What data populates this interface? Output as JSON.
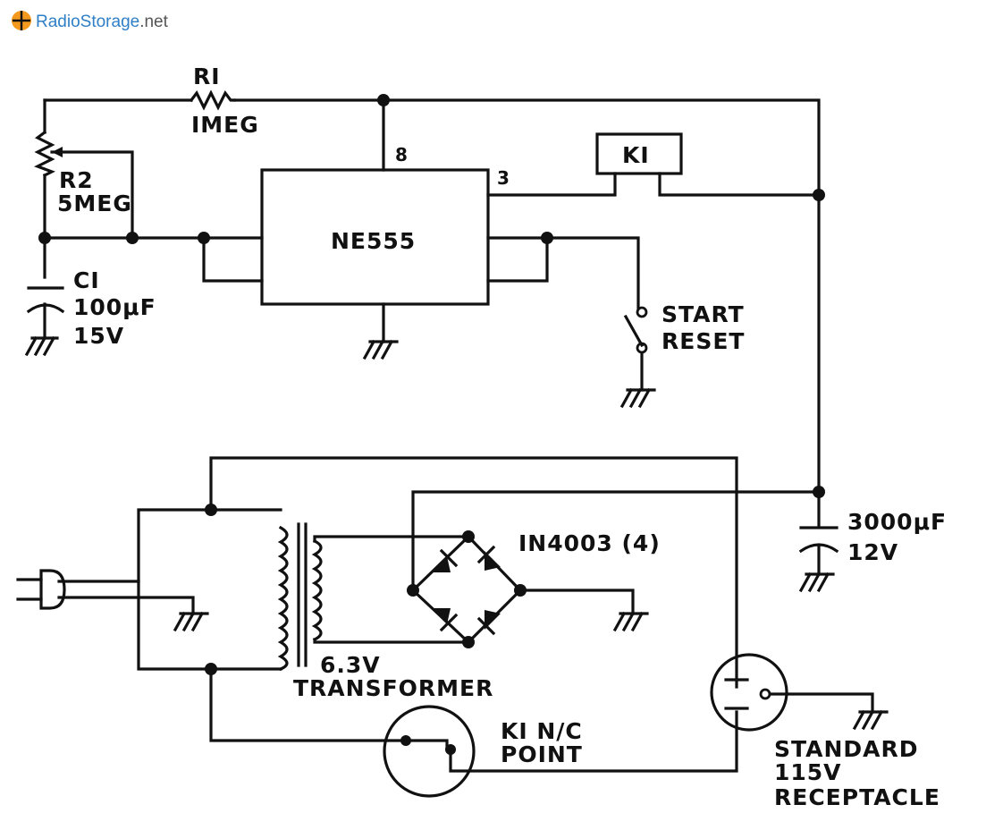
{
  "watermark": {
    "brand_part1": "Radio",
    "brand_part2": "Storage",
    "brand_part3": ".net"
  },
  "components": {
    "r1": {
      "ref": "RI",
      "value": "IMEG"
    },
    "r2": {
      "ref": "R2",
      "value": "5MEG"
    },
    "c1": {
      "ref": "CI",
      "value": "100μF",
      "voltage": "15V"
    },
    "ic": {
      "part": "NE555",
      "pin8": "8",
      "pin3": "3"
    },
    "k1": {
      "ref": "KI"
    },
    "switch": {
      "line1": "START",
      "line2": "RESET"
    },
    "c2": {
      "value": "3000μF",
      "voltage": "12V"
    },
    "diodes": {
      "label": "IN4003 (4)"
    },
    "transformer": {
      "voltage": "6.3V",
      "label": "TRANSFORMER"
    },
    "relay_contact": {
      "line1": "KI N/C",
      "line2": "POINT"
    },
    "receptacle": {
      "line1": "STANDARD",
      "line2": "115V",
      "line3": "RECEPTACLE"
    }
  },
  "colors": {
    "ink": "#111111",
    "logo_orange": "#f39a1e",
    "logo_blue": "#2f7fc6",
    "logo_gray": "#555555"
  }
}
